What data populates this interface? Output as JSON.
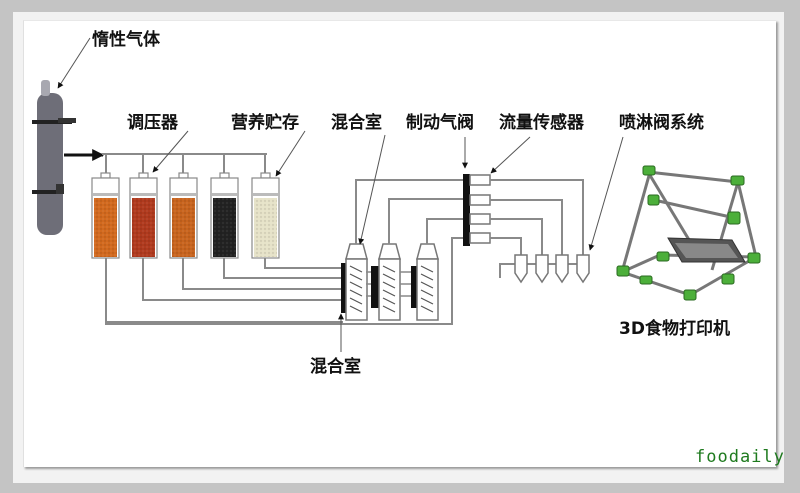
{
  "labels": {
    "inert_gas": "惰性气体",
    "regulator": "调压器",
    "nutrient_storage": "营养贮存",
    "mixing_chamber_top": "混合室",
    "brake_valve": "制动气阀",
    "flow_sensor": "流量传感器",
    "spray_valve_system": "喷淋阀系统",
    "mixing_chamber_bottom": "混合室",
    "printer": "3D食物打印机"
  },
  "cartridges": [
    {
      "name": "cartridge-1",
      "color": "#d2691e"
    },
    {
      "name": "cartridge-2",
      "color": "#b03a1e"
    },
    {
      "name": "cartridge-3",
      "color": "#c8641e"
    },
    {
      "name": "cartridge-4",
      "color": "#222222"
    },
    {
      "name": "cartridge-5",
      "color": "#e6e2c8"
    }
  ],
  "colors": {
    "line": "#8a8a8a",
    "cylinder": "#6e6e78",
    "printer_green": "#4caf3a",
    "watermark": "#1e7a1e"
  },
  "watermark": "foodaily"
}
